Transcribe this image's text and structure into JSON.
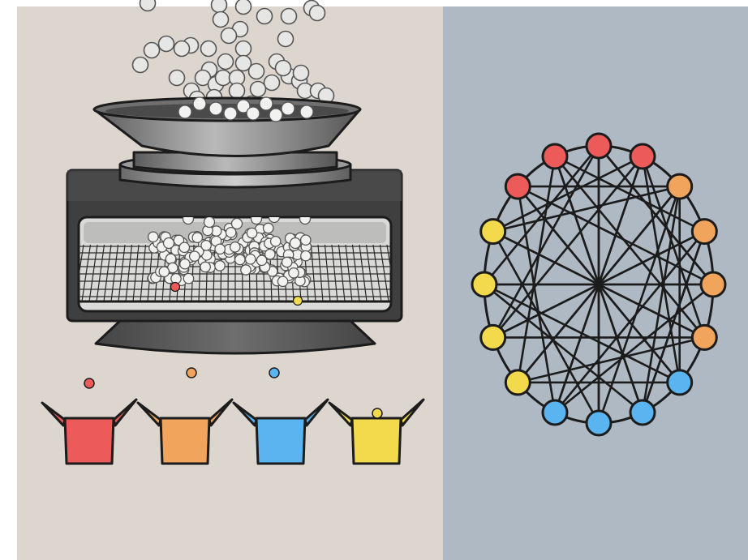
{
  "colors": {
    "left_background": "#dcd6cf",
    "right_background": "#aeb9c3",
    "outer_border": "#ffffff",
    "line": "#1c1c1c",
    "red": "#ec5a5a",
    "orange": "#f0a45c",
    "blue": "#5ab4ef",
    "yellow": "#f3da4c",
    "sieve_ball": "#f0f0ee"
  },
  "bins": [
    {
      "color_key": "red",
      "drop": "red"
    },
    {
      "color_key": "orange",
      "drop": "orange"
    },
    {
      "color_key": "blue",
      "drop": "blue"
    },
    {
      "color_key": "yellow",
      "drop": "yellow"
    }
  ],
  "network": {
    "nodes": [
      "red",
      "red",
      "orange",
      "orange",
      "orange",
      "orange",
      "blue",
      "blue",
      "blue",
      "blue",
      "yellow",
      "yellow",
      "yellow",
      "yellow",
      "red",
      "red"
    ],
    "edges": [
      [
        0,
        8
      ],
      [
        0,
        11
      ],
      [
        0,
        12
      ],
      [
        1,
        9
      ],
      [
        1,
        13
      ],
      [
        1,
        6
      ],
      [
        2,
        10
      ],
      [
        2,
        13
      ],
      [
        2,
        14
      ],
      [
        3,
        11
      ],
      [
        3,
        15
      ],
      [
        3,
        7
      ],
      [
        4,
        12
      ],
      [
        4,
        0
      ],
      [
        4,
        9
      ],
      [
        5,
        13
      ],
      [
        5,
        1
      ],
      [
        5,
        10
      ],
      [
        6,
        14
      ],
      [
        6,
        2
      ],
      [
        7,
        15
      ],
      [
        7,
        3
      ],
      [
        7,
        12
      ],
      [
        8,
        2
      ],
      [
        9,
        14
      ],
      [
        10,
        15
      ],
      [
        11,
        5
      ],
      [
        12,
        6
      ],
      [
        14,
        4
      ],
      [
        15,
        5
      ],
      [
        1,
        11
      ],
      [
        0,
        4
      ],
      [
        2,
        7
      ],
      [
        3,
        9
      ],
      [
        6,
        10
      ],
      [
        8,
        13
      ]
    ]
  }
}
